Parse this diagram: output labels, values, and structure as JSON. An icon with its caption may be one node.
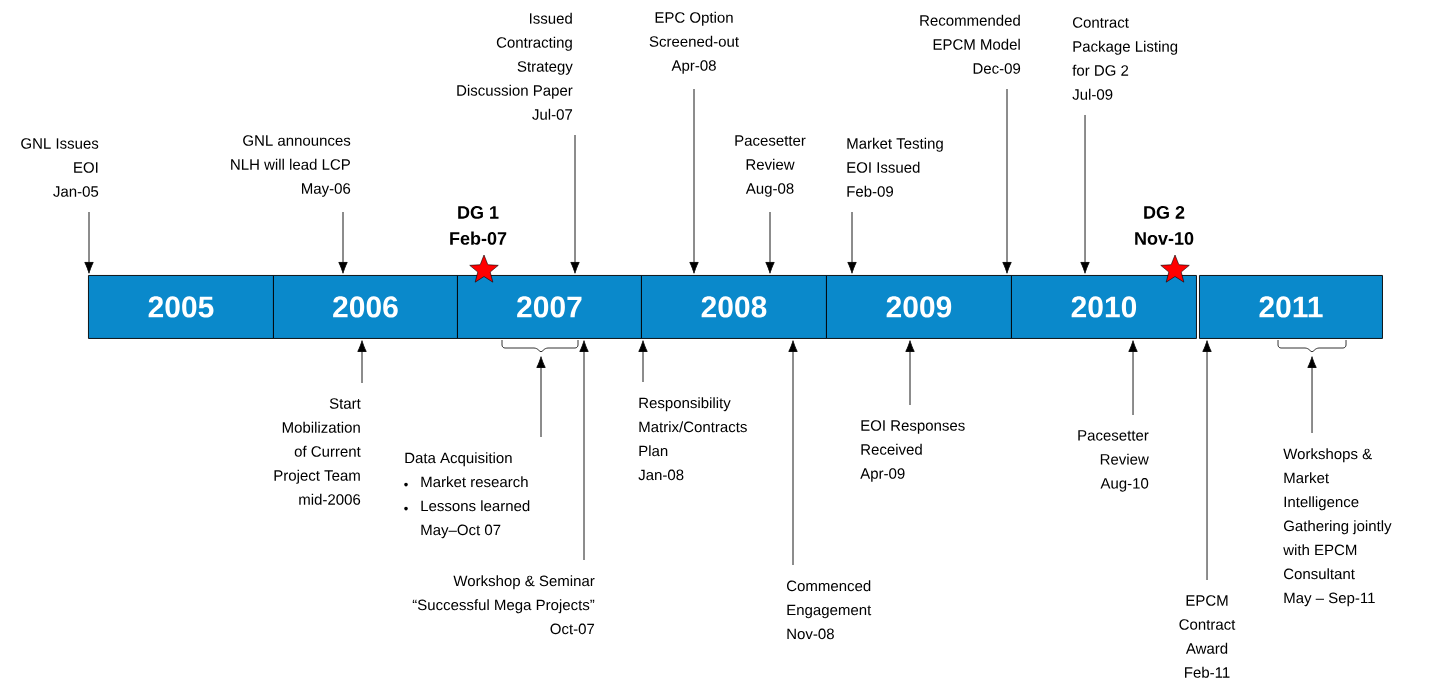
{
  "diagram": {
    "nodes": [
      {
        "text": [
          "2005"
        ]
      },
      {
        "text": [
          "2006"
        ]
      },
      {
        "text": [
          "2007"
        ]
      },
      {
        "text": [
          "2008"
        ]
      },
      {
        "text": [
          "2009"
        ]
      },
      {
        "text": [
          "2010"
        ]
      },
      {
        "text": [
          "2011"
        ]
      },
      {
        "text": [
          "GNL Issues EOI",
          "Jan-05"
        ]
      },
      {
        "text": [
          "GNL announces NLH will lead LCP",
          "May-06"
        ]
      },
      {
        "text": [
          "DG 1",
          "Feb-07"
        ]
      },
      {
        "text": [
          "Issued Contracting Strategy Discussion Paper",
          "Jul-07"
        ]
      },
      {
        "text": [
          "EPC Option Screened-out",
          "Apr-08"
        ]
      },
      {
        "text": [
          "Pacesetter Review",
          "Aug-08"
        ]
      },
      {
        "text": [
          "Market Testing EOI Issued",
          "Feb-09"
        ]
      },
      {
        "text": [
          "Recommended EPCM Model",
          "Dec-09"
        ]
      },
      {
        "text": [
          "Contract Package Listing for DG 2",
          "Jul-09"
        ]
      },
      {
        "text": [
          "DG 2",
          "Nov-10"
        ]
      },
      {
        "text": [
          "Start Mobilization of Current Project Team",
          "mid-2006"
        ]
      },
      {
        "text": [
          "Data Acquisition",
          "Market research",
          "Lessons learned",
          "May–Oct 07"
        ]
      },
      {
        "text": [
          "Workshop & Seminar “Successful Mega Projects”",
          "Oct-07"
        ]
      },
      {
        "text": [
          "Responsibility Matrix/Contracts Plan",
          "Jan-08"
        ]
      },
      {
        "text": [
          "Commenced Engagement",
          "Nov-08"
        ]
      },
      {
        "text": [
          "EOI Responses Received",
          "Apr-09"
        ]
      },
      {
        "text": [
          "Pacesetter Review",
          "Aug-10"
        ]
      },
      {
        "text": [
          "EPCM Contract Award",
          "Feb-11"
        ]
      },
      {
        "text": [
          "Workshops & Market Intelligence Gathering jointly with EPCM Consultant",
          "May – Sep-11"
        ]
      }
    ],
    "edges": [
      {
        "from": 7,
        "to": 0,
        "arrow": "to"
      },
      {
        "from": 8,
        "to": 1,
        "arrow": "to"
      },
      {
        "from": 10,
        "to": 2,
        "arrow": "to"
      },
      {
        "from": 11,
        "to": 3,
        "arrow": "to"
      },
      {
        "from": 12,
        "to": 3,
        "arrow": "to"
      },
      {
        "from": 13,
        "to": 4,
        "arrow": "to"
      },
      {
        "from": 14,
        "to": 4,
        "arrow": "to"
      },
      {
        "from": 15,
        "to": 5,
        "arrow": "to"
      },
      {
        "from": 17,
        "to": 1,
        "arrow": "to"
      },
      {
        "from": 18,
        "to": 2,
        "arrow": "to"
      },
      {
        "from": 19,
        "to": 2,
        "arrow": "to"
      },
      {
        "from": 20,
        "to": 3,
        "arrow": "to"
      },
      {
        "from": 21,
        "to": 3,
        "arrow": "to"
      },
      {
        "from": 22,
        "to": 4,
        "arrow": "to"
      },
      {
        "from": 23,
        "to": 5,
        "arrow": "to"
      },
      {
        "from": 24,
        "to": 6,
        "arrow": "to"
      },
      {
        "from": 25,
        "to": 6,
        "arrow": "to"
      }
    ]
  }
}
